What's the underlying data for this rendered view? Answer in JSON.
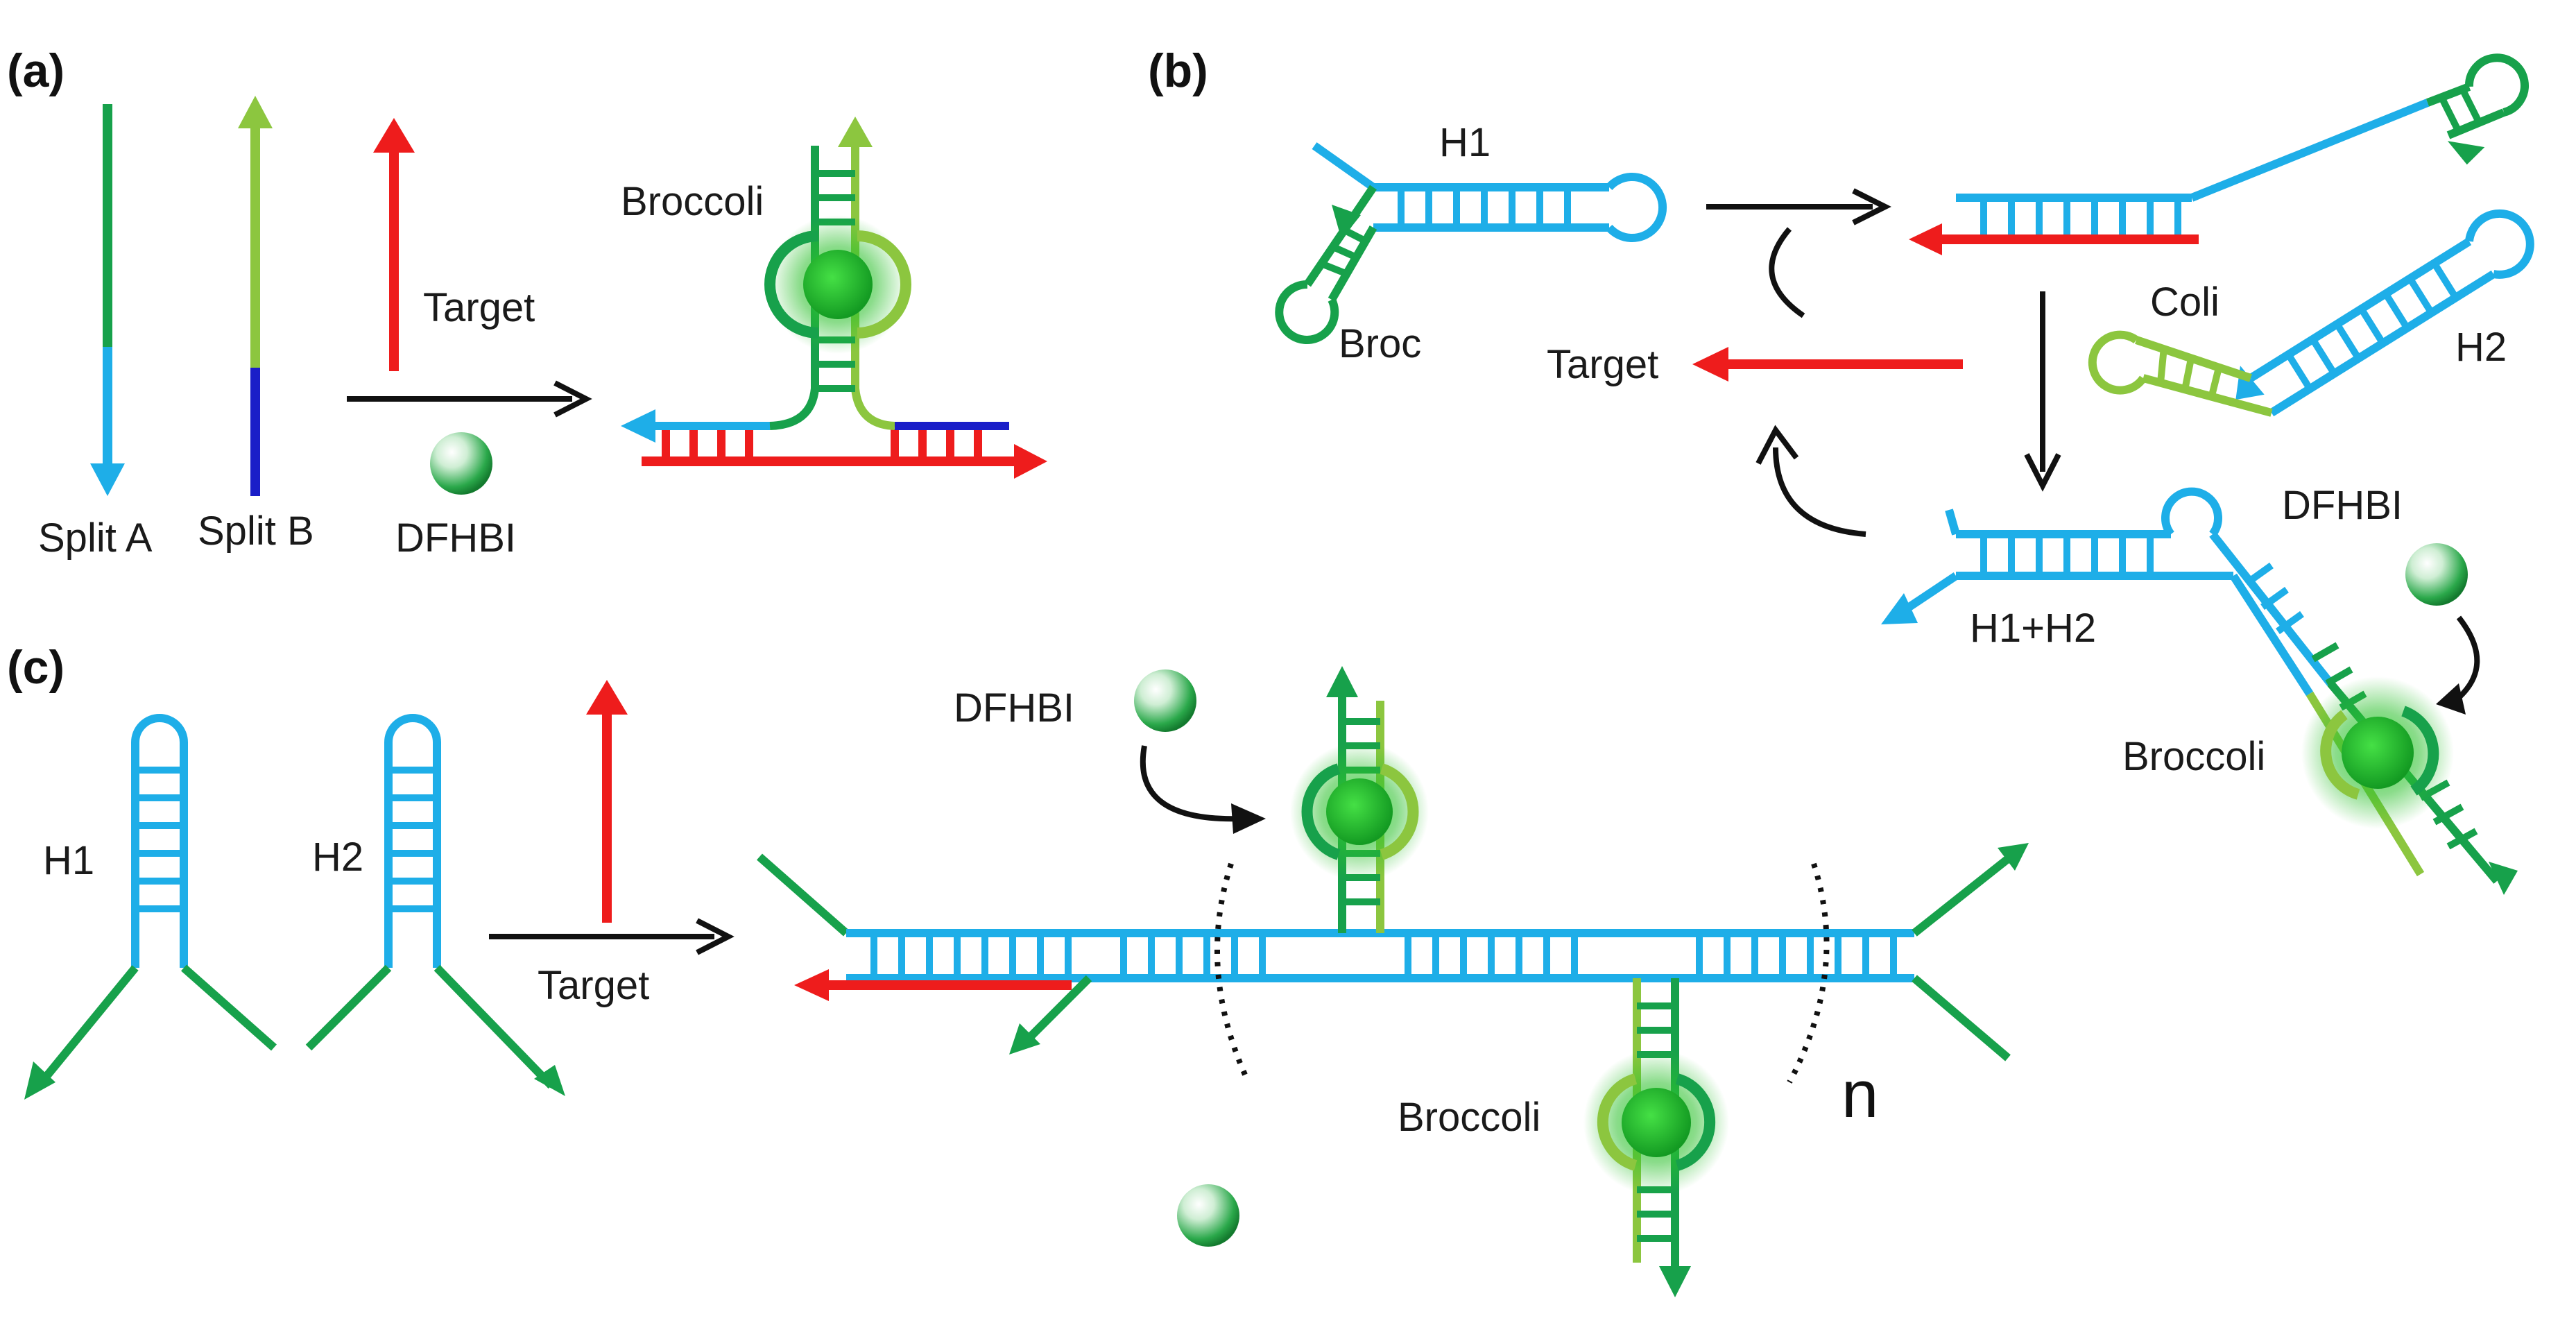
{
  "panels": {
    "a": "(a)",
    "b": "(b)",
    "c": "(c)"
  },
  "labels": {
    "split_a": "Split A",
    "split_b": "Split B",
    "dfhbi": "DFHBI",
    "target": "Target",
    "broccoli": "Broccoli",
    "h1": "H1",
    "h2": "H2",
    "broc": "Broc",
    "coli": "Coli",
    "h1_h2": "H1+H2",
    "n": "n"
  },
  "colors": {
    "blue": "#1eaee8",
    "navy": "#1a1ec8",
    "red": "#ee1c1c",
    "green_dark": "#17a14b",
    "green_light": "#8cc63f",
    "black": "#111111"
  }
}
